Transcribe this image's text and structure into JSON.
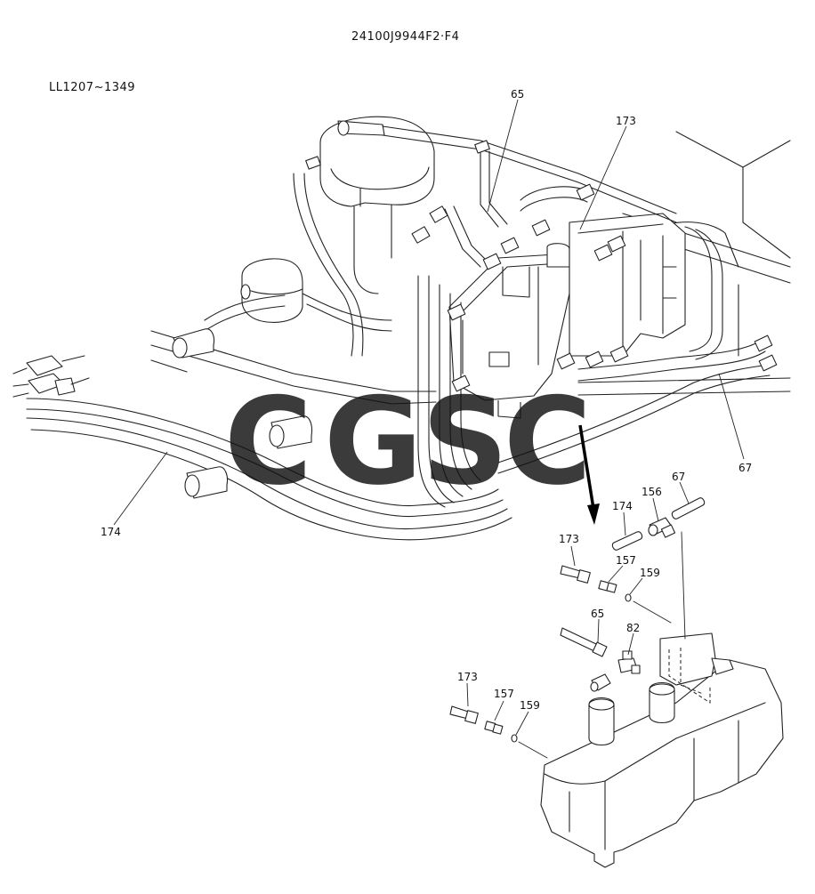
{
  "drawing": {
    "drawing_number": "24100J9944F2·F4",
    "serial_range": "LL1207~1349"
  },
  "watermark": {
    "letters": [
      "C",
      "G",
      "S",
      "C"
    ],
    "colors": [
      "#4a8ef0",
      "#ec6b66",
      "#f5c243",
      "#3da777"
    ]
  },
  "callouts": {
    "main_65": "65",
    "main_173": "173",
    "main_67": "67",
    "main_174": "174",
    "det_67": "67",
    "det_156": "156",
    "det_174": "174",
    "det_173a": "173",
    "det_157a": "157",
    "det_159a": "159",
    "det_65": "65",
    "det_82": "82",
    "det_173b": "173",
    "det_157b": "157",
    "det_159b": "159"
  }
}
